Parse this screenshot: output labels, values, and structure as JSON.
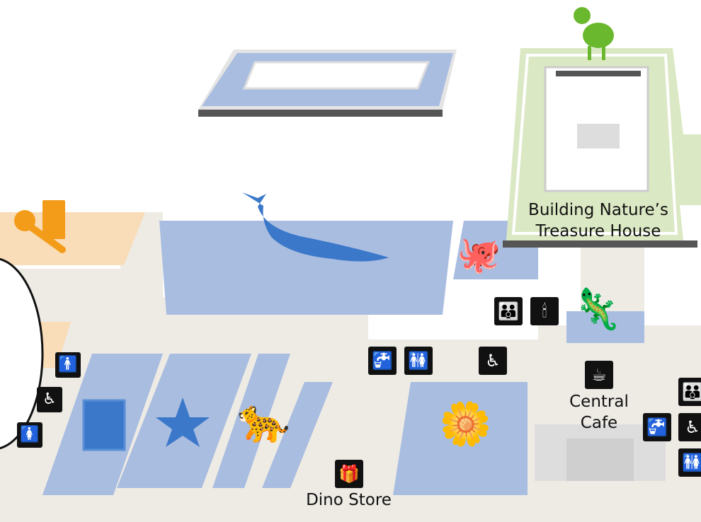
{
  "map": {
    "colors": {
      "gallery_blue": "#a9bde0",
      "icon_blue": "#3b78c9",
      "corridor": "#eeebe5",
      "orange_zone": "#f9dcb8",
      "orange_icon": "#f39c1a",
      "green_zone": "#dbe8c4",
      "green_icon": "#6ab82e",
      "wall_dark": "#555555"
    },
    "labels": {
      "treasure_house_line1": "Building Nature’s",
      "treasure_house_line2": "Treasure House",
      "cafe_line1": "Central",
      "cafe_line2": "Cafe",
      "store": "Dino Store"
    },
    "facility_icons": [
      {
        "name": "toilet-male-icon",
        "glyph": "🚹"
      },
      {
        "name": "accessible-toilet-icon",
        "glyph": "♿"
      },
      {
        "name": "toilet-female-icon",
        "glyph": "🚺"
      },
      {
        "name": "water-fountain-icon",
        "glyph": "🚰"
      },
      {
        "name": "toilets-icon",
        "glyph": "🚻"
      },
      {
        "name": "accessible-icon",
        "glyph": "♿"
      },
      {
        "name": "baby-change-icon",
        "glyph": "👪"
      },
      {
        "name": "quiet-room-icon",
        "glyph": "🕯"
      },
      {
        "name": "cafe-icon",
        "glyph": "☕"
      },
      {
        "name": "gift-shop-icon",
        "glyph": "🎁"
      }
    ]
  }
}
